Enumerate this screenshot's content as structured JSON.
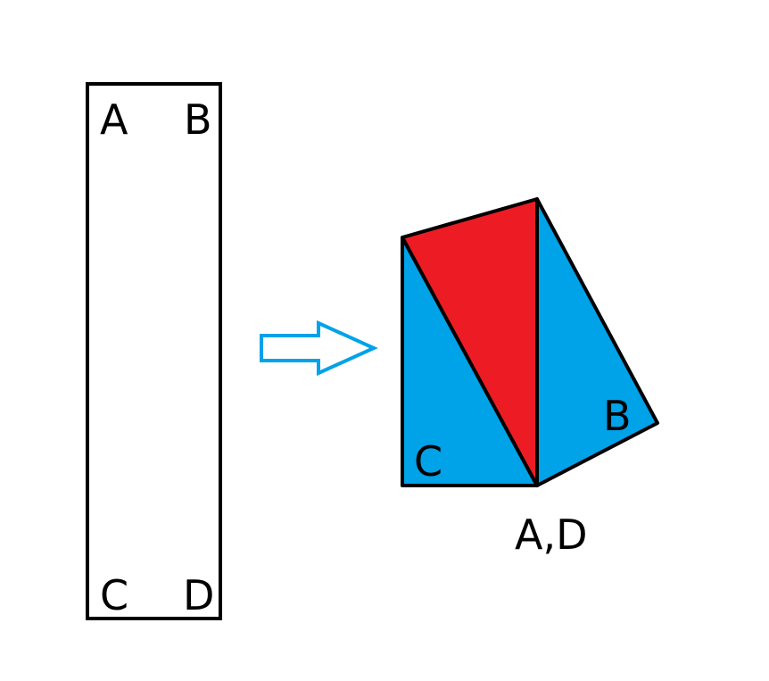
{
  "diagram": {
    "description": "Rectangle strip folded into a 3D shape",
    "colors": {
      "outline": "#000000",
      "arrow": "#00a2e8",
      "blue_face": "#00a2e8",
      "red_face": "#ed1c24",
      "background": "#ffffff"
    },
    "rectangle": {
      "corners": {
        "top_left": "A",
        "top_right": "B",
        "bottom_left": "C",
        "bottom_right": "D"
      }
    },
    "arrow": {
      "direction": "right"
    },
    "folded_shape": {
      "labels": {
        "left_face": "C",
        "right_face": "B",
        "bottom_vertex": "A,D"
      }
    }
  }
}
